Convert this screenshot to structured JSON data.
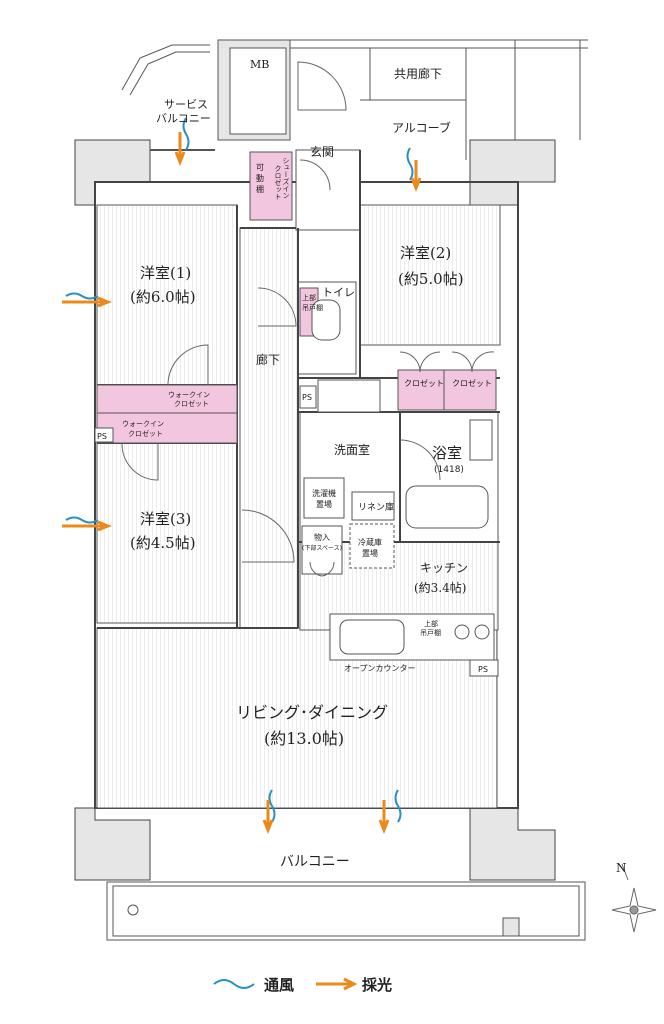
{
  "rooms": {
    "western1_name": "洋室(1)",
    "western1_area": "(約6.0帖)",
    "western2_name": "洋室(2)",
    "western2_area": "(約5.0帖)",
    "western3_name": "洋室(3)",
    "western3_area": "(約4.5帖)",
    "living_name": "リビング･ダイニング",
    "living_area": "(約13.0帖)",
    "kitchen_name": "キッチン",
    "kitchen_area": "(約3.4帖)",
    "bath_name": "浴室",
    "bath_size": "(1418)",
    "washroom": "洗面室",
    "toilet": "トイレ",
    "hallway": "廊下",
    "entrance": "玄関",
    "balcony": "バルコニー",
    "service_balcony_1": "サービス",
    "service_balcony_2": "バルコニー",
    "alcove": "アルコーブ",
    "common_corridor": "共用廊下",
    "mb": "MB"
  },
  "storage": {
    "shoes_in_1": "シューズイン",
    "shoes_in_2": "クロゼット",
    "movable_shelf_1": "可",
    "movable_shelf_2": "動",
    "movable_shelf_3": "棚",
    "walkin_upper_1": "ウォークイン",
    "walkin_upper_2": "クロゼット",
    "walkin_lower_1": "ウォークイン",
    "walkin_lower_2": "クロゼット",
    "closet_a": "クロゼット",
    "closet_b": "クロゼット",
    "upper_cabinet_1": "上部",
    "upper_cabinet_2": "吊戸棚",
    "kitchen_upper_1": "上部",
    "kitchen_upper_2": "吊戸棚",
    "washer_1": "洗濯機",
    "washer_2": "置場",
    "linen": "リネン庫",
    "fridge_1": "冷蔵庫",
    "fridge_2": "置場",
    "storage_1": "物入",
    "storage_2": "(下部スペース)",
    "open_counter": "オープンカウンター",
    "ps_1": "PS",
    "ps_2": "PS",
    "ps_3": "PS"
  },
  "compass": {
    "north": "N"
  },
  "legend": {
    "ventilation": "通風",
    "daylight": "採光"
  },
  "colors": {
    "closet_pink": "#f2c6df",
    "ventilation_blue": "#2a8fc4",
    "daylight_orange": "#e98a1a",
    "wall_line": "#444444",
    "wall_fill": "#e6e6e6",
    "floor_hatch": "#d9d9d9"
  }
}
